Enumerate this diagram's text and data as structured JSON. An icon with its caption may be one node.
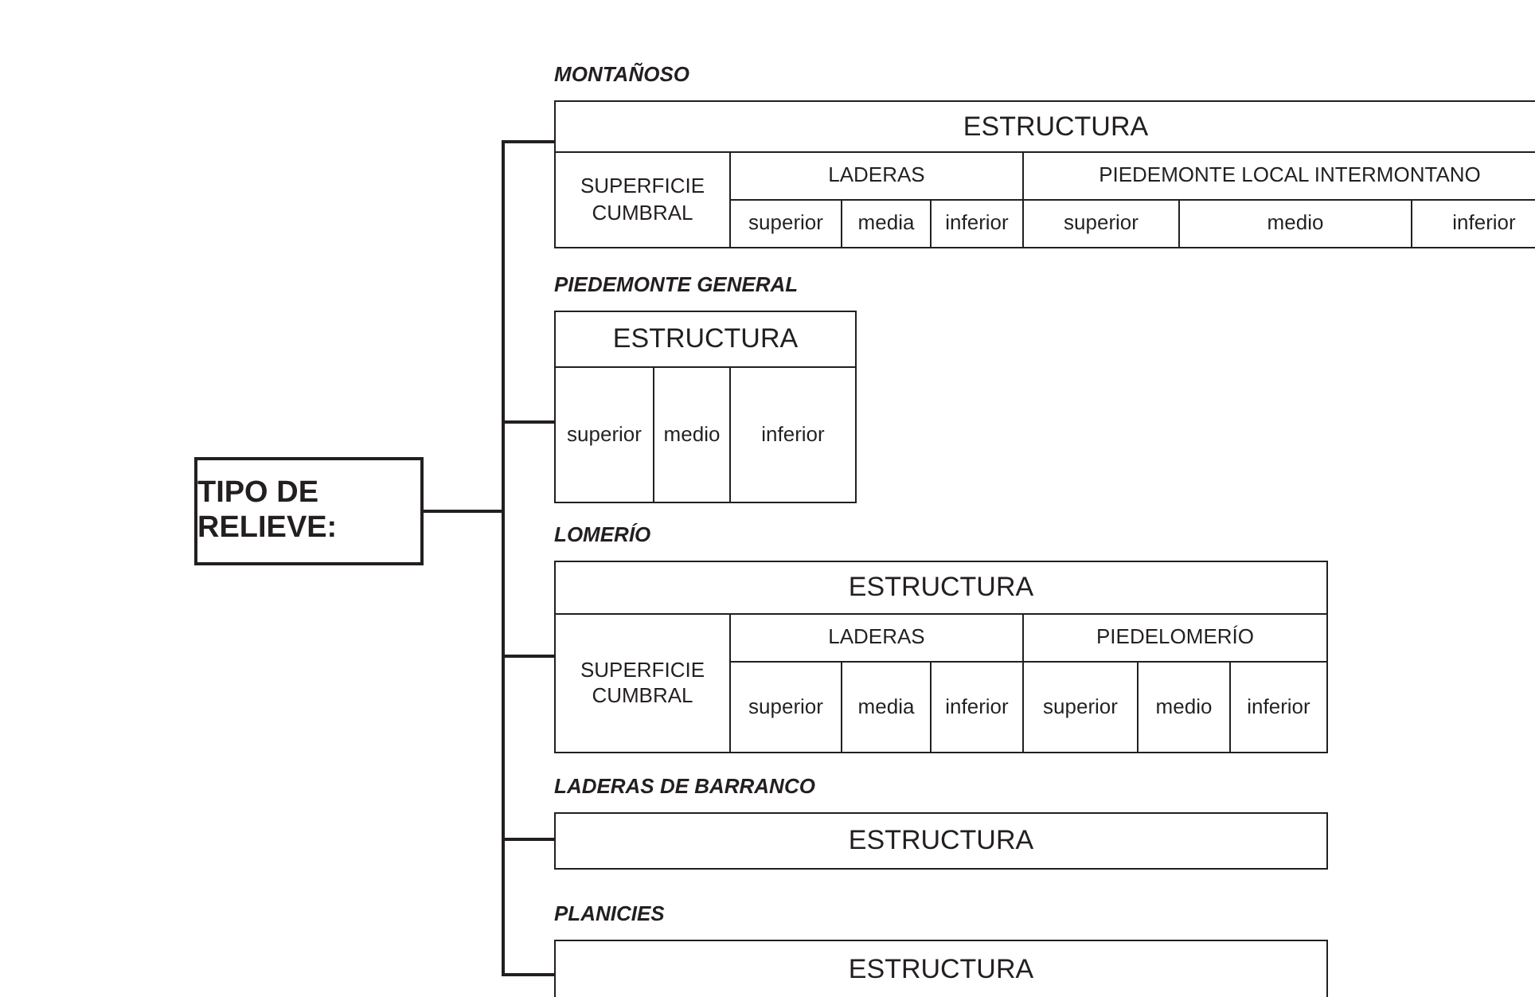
{
  "diagram": {
    "nodes": [
      {
        "text": [
          "TIPO DE RELIEVE:"
        ]
      },
      {
        "text": [
          "MONTAÑOSO"
        ]
      },
      {
        "text": [
          "ESTRUCTURA"
        ],
        "in": 1
      },
      {
        "text": [
          "SUPERFICIE CUMBRAL"
        ],
        "in": 1
      },
      {
        "text": [
          "LADERAS"
        ],
        "in": 1
      },
      {
        "text": [
          "PIEDEMONTE LOCAL INTERMONTANO"
        ],
        "in": 1
      },
      {
        "text": [
          "superior"
        ],
        "in": 1
      },
      {
        "text": [
          "media"
        ],
        "in": 1
      },
      {
        "text": [
          "inferior"
        ],
        "in": 1
      },
      {
        "text": [
          "superior"
        ],
        "in": 1
      },
      {
        "text": [
          "medio"
        ],
        "in": 1
      },
      {
        "text": [
          "inferior"
        ],
        "in": 1
      },
      {
        "text": [
          "PIEDEMONTE GENERAL"
        ]
      },
      {
        "text": [
          "ESTRUCTURA"
        ],
        "in": 12
      },
      {
        "text": [
          "superior"
        ],
        "in": 12
      },
      {
        "text": [
          "medio"
        ],
        "in": 12
      },
      {
        "text": [
          "inferior"
        ],
        "in": 12
      },
      {
        "text": [
          "LOMERÍO"
        ]
      },
      {
        "text": [
          "ESTRUCTURA"
        ],
        "in": 17
      },
      {
        "text": [
          "SUPERFICIE CUMBRAL"
        ],
        "in": 17
      },
      {
        "text": [
          "LADERAS"
        ],
        "in": 17
      },
      {
        "text": [
          "PIEDELOMERÍO"
        ],
        "in": 17
      },
      {
        "text": [
          "superior"
        ],
        "in": 17
      },
      {
        "text": [
          "media"
        ],
        "in": 17
      },
      {
        "text": [
          "inferior"
        ],
        "in": 17
      },
      {
        "text": [
          "superior"
        ],
        "in": 17
      },
      {
        "text": [
          "medio"
        ],
        "in": 17
      },
      {
        "text": [
          "inferior"
        ],
        "in": 17
      },
      {
        "text": [
          "LADERAS DE BARRANCO"
        ]
      },
      {
        "text": [
          "ESTRUCTURA"
        ],
        "in": 28
      },
      {
        "text": [
          "PLANICIES"
        ]
      },
      {
        "text": [
          "ESTRUCTURA"
        ],
        "in": 30
      }
    ],
    "edges": [
      {
        "from": 0,
        "to": 1,
        "arrow": "none"
      },
      {
        "from": 0,
        "to": 12,
        "arrow": "none"
      },
      {
        "from": 0,
        "to": 17,
        "arrow": "none"
      },
      {
        "from": 0,
        "to": 28,
        "arrow": "none"
      },
      {
        "from": 0,
        "to": 30,
        "arrow": "none"
      }
    ]
  }
}
